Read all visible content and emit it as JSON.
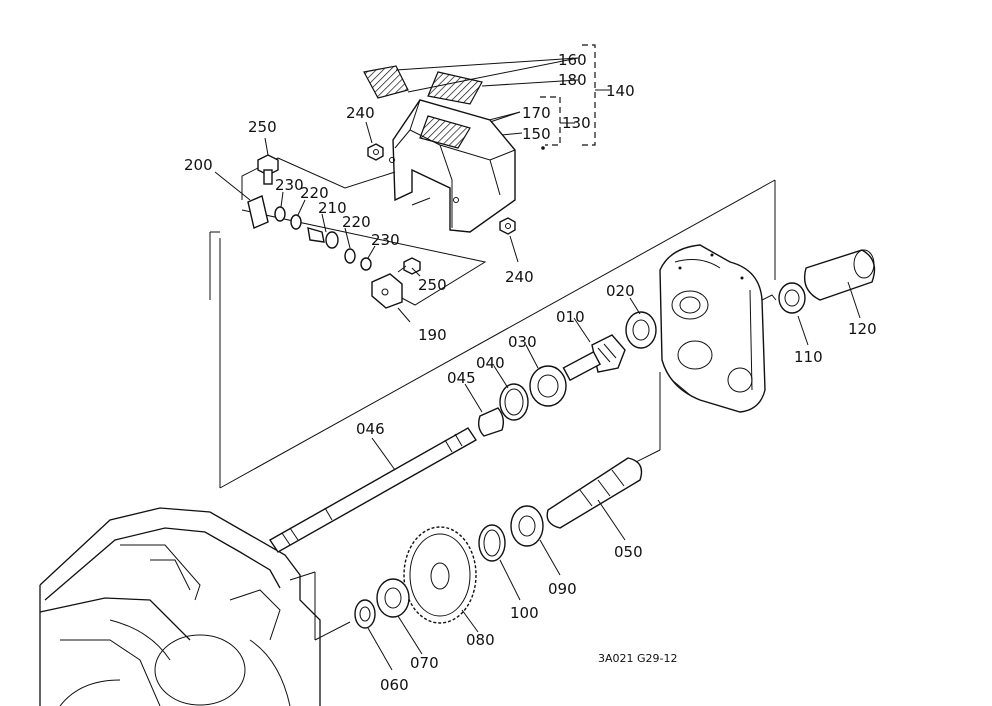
{
  "diagram": {
    "parts": [
      {
        "id": "160",
        "label": "160"
      },
      {
        "id": "180",
        "label": "180"
      },
      {
        "id": "140",
        "label": "140"
      },
      {
        "id": "170",
        "label": "170"
      },
      {
        "id": "130",
        "label": "130"
      },
      {
        "id": "150",
        "label": "150"
      },
      {
        "id": "240a",
        "label": "240"
      },
      {
        "id": "250a",
        "label": "250"
      },
      {
        "id": "200",
        "label": "200"
      },
      {
        "id": "230a",
        "label": "230"
      },
      {
        "id": "220a",
        "label": "220"
      },
      {
        "id": "210",
        "label": "210"
      },
      {
        "id": "220b",
        "label": "220"
      },
      {
        "id": "230b",
        "label": "230"
      },
      {
        "id": "250b",
        "label": "250"
      },
      {
        "id": "240b",
        "label": "240"
      },
      {
        "id": "190",
        "label": "190"
      },
      {
        "id": "020",
        "label": "020"
      },
      {
        "id": "010",
        "label": "010"
      },
      {
        "id": "030",
        "label": "030"
      },
      {
        "id": "040",
        "label": "040"
      },
      {
        "id": "045",
        "label": "045"
      },
      {
        "id": "046",
        "label": "046"
      },
      {
        "id": "110",
        "label": "110"
      },
      {
        "id": "120",
        "label": "120"
      },
      {
        "id": "050",
        "label": "050"
      },
      {
        "id": "090",
        "label": "090"
      },
      {
        "id": "100",
        "label": "100"
      },
      {
        "id": "080",
        "label": "080"
      },
      {
        "id": "070",
        "label": "070"
      },
      {
        "id": "060",
        "label": "060"
      }
    ],
    "ref_code": "3A021  G29-12"
  }
}
